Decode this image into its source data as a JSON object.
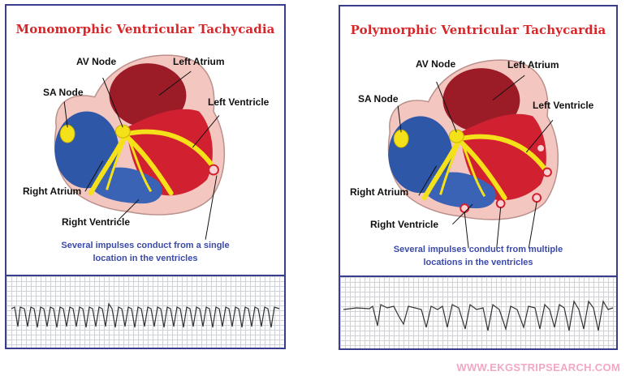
{
  "left": {
    "title": "Monomorphic Ventricular Tachycadia",
    "labels": {
      "av_node": "AV Node",
      "left_atrium": "Left Atrium",
      "sa_node": "SA Node",
      "left_ventricle": "Left Ventricle",
      "right_atrium": "Right Atrium",
      "right_ventricle": "Right Ventricle"
    },
    "caption_line1": "Several impulses conduct from a single",
    "caption_line2": "location in the ventricles"
  },
  "right": {
    "title": "Polymorphic Ventricular Tachycardia",
    "labels": {
      "av_node": "AV Node",
      "left_atrium": "Left Atrium",
      "sa_node": "SA Node",
      "left_ventricle": "Left Ventricle",
      "right_atrium": "Right Atrium",
      "right_ventricle": "Right Ventricle"
    },
    "caption_line1": "Several impulses conduct from multiple",
    "caption_line2": "locations in the ventricles"
  },
  "watermark": "WWW.EKGSTRIPSEARCH.COM",
  "colors": {
    "frame": "#3a3d8c",
    "title": "#d7262a",
    "caption": "#3a4aa8",
    "right_heart": "#2f57a8",
    "left_heart": "#c21f2a",
    "conduction": "#f5e11a",
    "tissue": "#f3c6c0"
  }
}
